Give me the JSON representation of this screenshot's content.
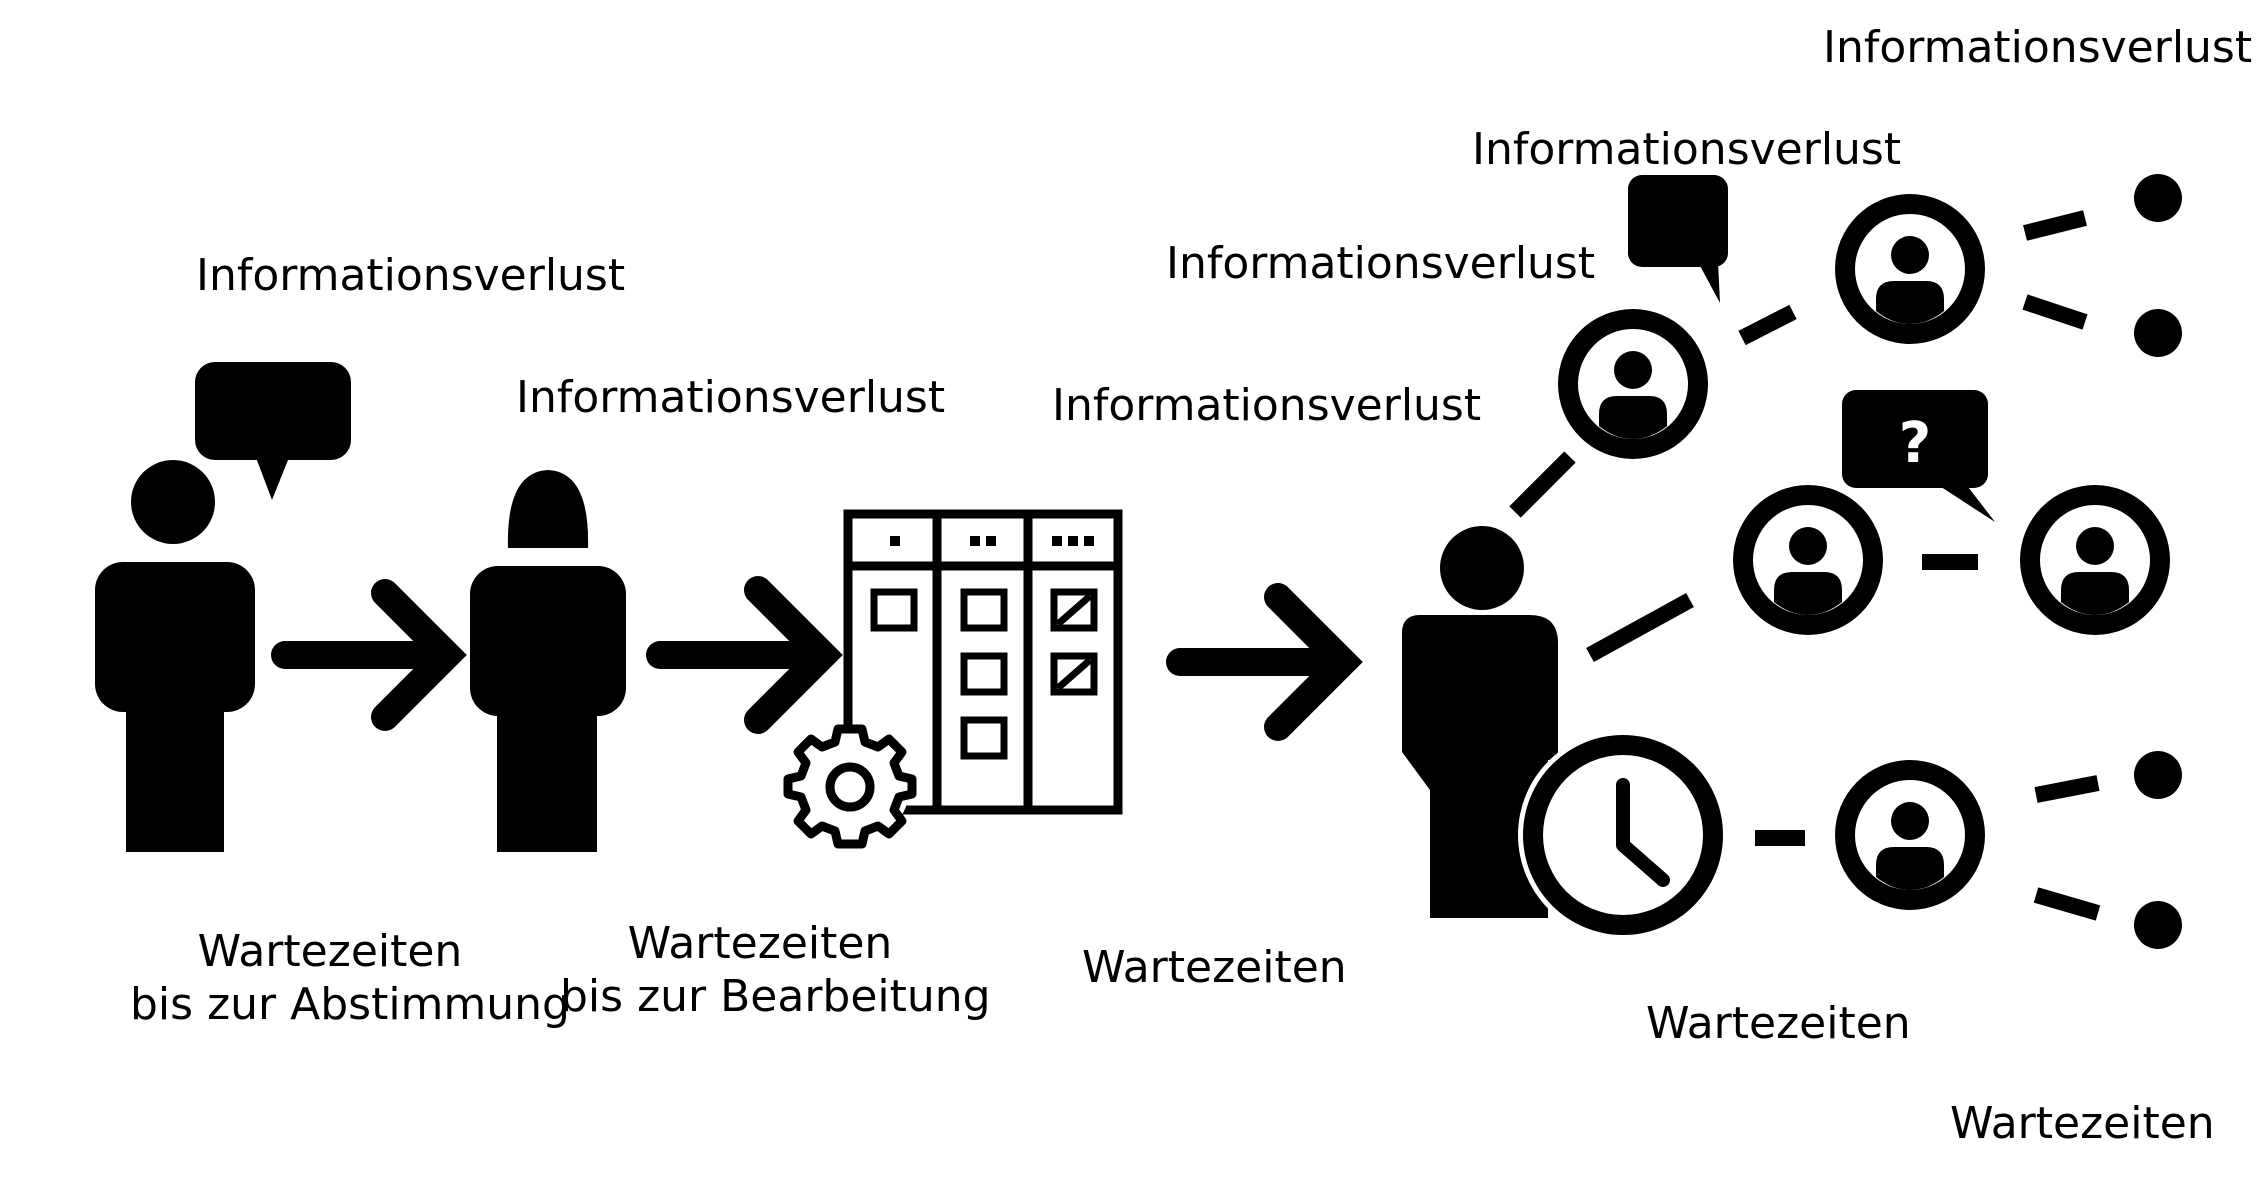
{
  "labels": {
    "info_loss": "Informationsverlust",
    "waiting": "Wartezeiten",
    "wait_alignment_l1": "Wartezeiten",
    "wait_alignment_l2": "bis zur Abstimmung",
    "wait_processing_l1": "Wartezeiten",
    "wait_processing_l2": "bis zur Bearbeitung"
  },
  "icons": {
    "person_man": "person-icon",
    "person_woman": "person-woman-icon",
    "kanban": "kanban-board-icon",
    "gear": "gear-icon",
    "clock": "clock-icon",
    "speech": "speech-bubble-icon",
    "question": "question-bubble-icon",
    "user_circle": "user-circle-icon"
  },
  "bubble_question_text": "?",
  "colors": {
    "ink": "#000000",
    "paper": "#ffffff"
  }
}
